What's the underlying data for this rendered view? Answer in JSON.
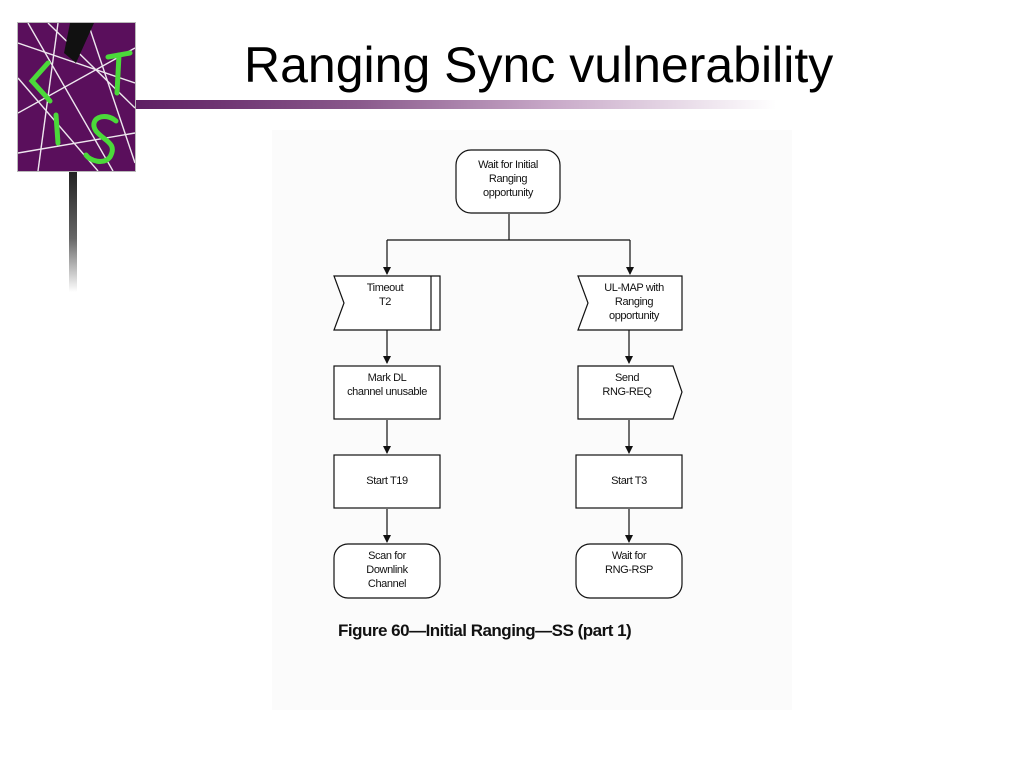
{
  "slide": {
    "title": "Ranging Sync vulnerability"
  },
  "logo": {
    "icon": "cist-logo",
    "text": "CIST",
    "colors": {
      "background": "#5a0f5c",
      "letters": "#4bd93a"
    }
  },
  "diagram": {
    "caption": "Figure 60—Initial Ranging—SS (part 1)",
    "nodes": {
      "start": [
        "Wait for Initial",
        "Ranging",
        "opportunity"
      ],
      "timeout": [
        "Timeout",
        "T2"
      ],
      "ulmap": [
        "UL-MAP with",
        "Ranging",
        "opportunity"
      ],
      "mark_dl": [
        "Mark DL",
        "channel unusable"
      ],
      "send": [
        "Send",
        "RNG-REQ"
      ],
      "start_t19": [
        "Start T19"
      ],
      "start_t3": [
        "Start T3"
      ],
      "scan": [
        "Scan for",
        "Downlink",
        "Channel"
      ],
      "wait_rsp": [
        "Wait for",
        "RNG-RSP"
      ]
    }
  }
}
